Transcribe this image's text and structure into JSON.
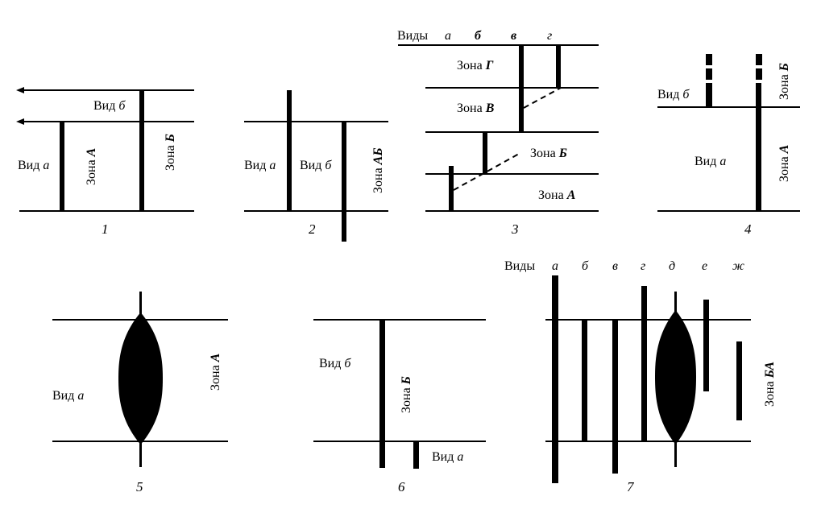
{
  "diagrams": [
    {
      "number": "1",
      "labels": {
        "species_a_word": "Вид",
        "species_a_letter": "а",
        "species_b_word": "Вид",
        "species_b_letter": "б",
        "zone_a_word": "Зона",
        "zone_a_letter": "А",
        "zone_b_word": "Зона",
        "zone_b_letter": "Б"
      }
    },
    {
      "number": "2",
      "labels": {
        "species_a_word": "Вид",
        "species_a_letter": "а",
        "species_b_word": "Вид",
        "species_b_letter": "б",
        "zone_word": "Зона",
        "zone_letters": "АБ"
      }
    },
    {
      "number": "3",
      "species_header": "Виды",
      "species_letters": [
        "а",
        "б",
        "в",
        "г"
      ],
      "zones": [
        {
          "word": "Зона",
          "letter": "Г"
        },
        {
          "word": "Зона",
          "letter": "В"
        },
        {
          "word": "Зона",
          "letter": "Б"
        },
        {
          "word": "Зона",
          "letter": "А"
        }
      ]
    },
    {
      "number": "4",
      "labels": {
        "species_a_word": "Вид",
        "species_a_letter": "а",
        "species_b_word": "Вид",
        "species_b_letter": "б",
        "zone_a_word": "Зона",
        "zone_a_letter": "А",
        "zone_b_word": "Зона",
        "zone_b_letter": "Б"
      }
    },
    {
      "number": "5",
      "labels": {
        "species_a_word": "Вид",
        "species_a_letter": "а",
        "zone_word": "Зона",
        "zone_letter": "А"
      }
    },
    {
      "number": "6",
      "labels": {
        "species_a_word": "Вид",
        "species_a_letter": "а",
        "species_b_word": "Вид",
        "species_b_letter": "б",
        "zone_word": "Зона",
        "zone_letter": "Б"
      }
    },
    {
      "number": "7",
      "species_header": "Виды",
      "species_letters": [
        "а",
        "б",
        "в",
        "г",
        "д",
        "е",
        "ж"
      ],
      "zone_word": "Зона",
      "zone_letters": "БА"
    }
  ]
}
